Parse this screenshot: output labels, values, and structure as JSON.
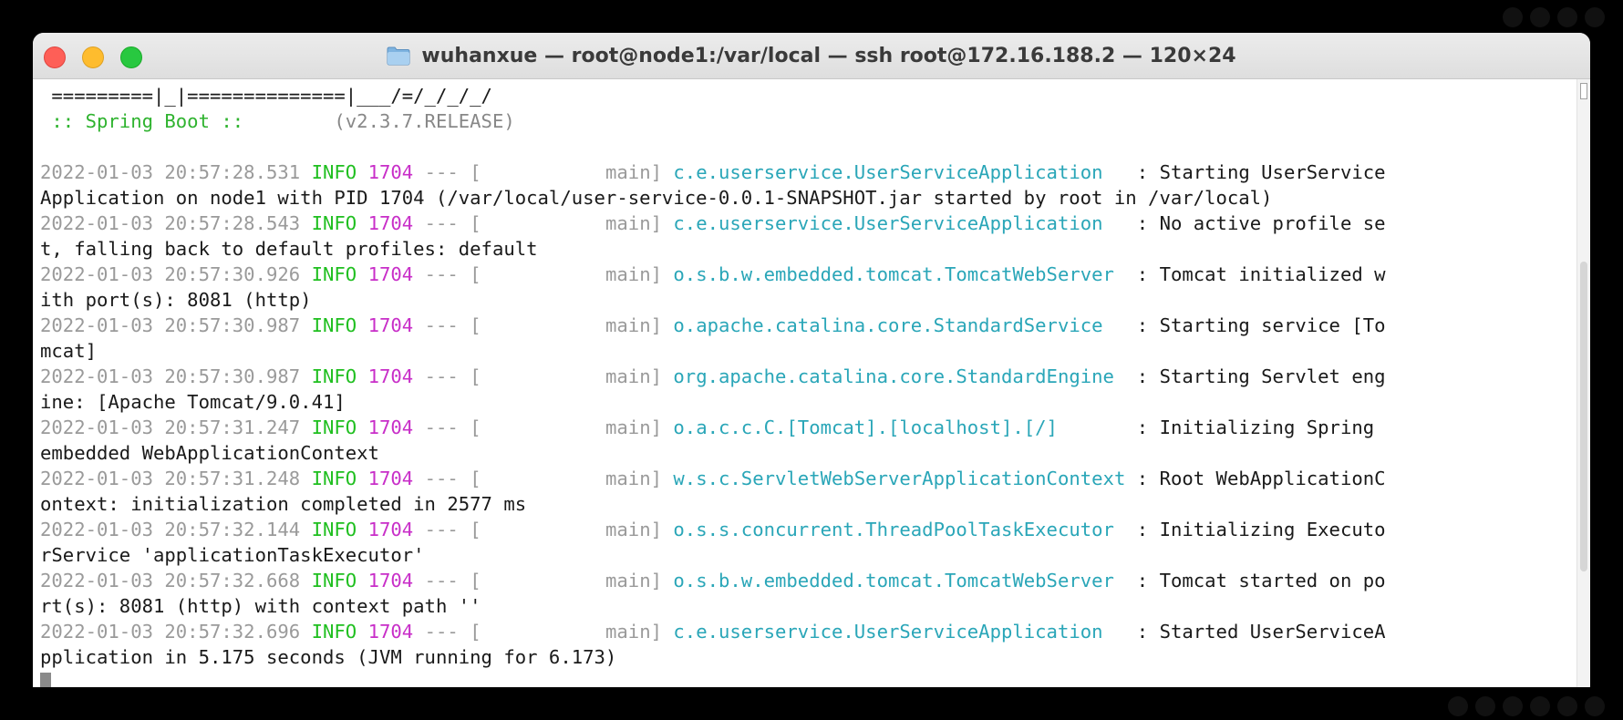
{
  "window": {
    "title": "wuhanxue — root@node1:/var/local — ssh root@172.16.188.2 — 120×24",
    "title_icon": "folder-icon"
  },
  "terminal": {
    "banner_line": " =========|_|==============|___/=/_/_/_/",
    "spring_label": " :: Spring Boot :: ",
    "spring_version": "       (v2.3.7.RELEASE)",
    "log_entries": [
      {
        "timestamp": "2022-01-03 20:57:28.531",
        "level": "INFO",
        "pid": "1704",
        "sep": "--- [",
        "thread": "           main]",
        "logger": "c.e.userservice.UserServiceApplication",
        "logger_pad": "   ",
        "message": ": Starting UserService",
        "continuation": "Application on node1 with PID 1704 (/var/local/user-service-0.0.1-SNAPSHOT.jar started by root in /var/local)"
      },
      {
        "timestamp": "2022-01-03 20:57:28.543",
        "level": "INFO",
        "pid": "1704",
        "sep": "--- [",
        "thread": "           main]",
        "logger": "c.e.userservice.UserServiceApplication",
        "logger_pad": "   ",
        "message": ": No active profile se",
        "continuation": "t, falling back to default profiles: default"
      },
      {
        "timestamp": "2022-01-03 20:57:30.926",
        "level": "INFO",
        "pid": "1704",
        "sep": "--- [",
        "thread": "           main]",
        "logger": "o.s.b.w.embedded.tomcat.TomcatWebServer",
        "logger_pad": "  ",
        "message": ": Tomcat initialized w",
        "continuation": "ith port(s): 8081 (http)"
      },
      {
        "timestamp": "2022-01-03 20:57:30.987",
        "level": "INFO",
        "pid": "1704",
        "sep": "--- [",
        "thread": "           main]",
        "logger": "o.apache.catalina.core.StandardService",
        "logger_pad": "   ",
        "message": ": Starting service [To",
        "continuation": "mcat]"
      },
      {
        "timestamp": "2022-01-03 20:57:30.987",
        "level": "INFO",
        "pid": "1704",
        "sep": "--- [",
        "thread": "           main]",
        "logger": "org.apache.catalina.core.StandardEngine",
        "logger_pad": "  ",
        "message": ": Starting Servlet eng",
        "continuation": "ine: [Apache Tomcat/9.0.41]"
      },
      {
        "timestamp": "2022-01-03 20:57:31.247",
        "level": "INFO",
        "pid": "1704",
        "sep": "--- [",
        "thread": "           main]",
        "logger": "o.a.c.c.C.[Tomcat].[localhost].[/]",
        "logger_pad": "       ",
        "message": ": Initializing Spring",
        "continuation": "embedded WebApplicationContext"
      },
      {
        "timestamp": "2022-01-03 20:57:31.248",
        "level": "INFO",
        "pid": "1704",
        "sep": "--- [",
        "thread": "           main]",
        "logger": "w.s.c.ServletWebServerApplicationContext",
        "logger_pad": " ",
        "message": ": Root WebApplicationC",
        "continuation": "ontext: initialization completed in 2577 ms"
      },
      {
        "timestamp": "2022-01-03 20:57:32.144",
        "level": "INFO",
        "pid": "1704",
        "sep": "--- [",
        "thread": "           main]",
        "logger": "o.s.s.concurrent.ThreadPoolTaskExecutor",
        "logger_pad": "  ",
        "message": ": Initializing Executo",
        "continuation": "rService 'applicationTaskExecutor'"
      },
      {
        "timestamp": "2022-01-03 20:57:32.668",
        "level": "INFO",
        "pid": "1704",
        "sep": "--- [",
        "thread": "           main]",
        "logger": "o.s.b.w.embedded.tomcat.TomcatWebServer",
        "logger_pad": "  ",
        "message": ": Tomcat started on po",
        "continuation": "rt(s): 8081 (http) with context path ''"
      },
      {
        "timestamp": "2022-01-03 20:57:32.696",
        "level": "INFO",
        "pid": "1704",
        "sep": "--- [",
        "thread": "           main]",
        "logger": "c.e.userservice.UserServiceApplication",
        "logger_pad": "   ",
        "message": ": Started UserServiceA",
        "continuation": "pplication in 5.175 seconds (JVM running for 6.173)"
      }
    ]
  },
  "colors": {
    "timestamp": "#9a9a9a",
    "level": "#1fbf1f",
    "pid": "#c82ec8",
    "logger": "#2aa6b8",
    "spring_boot": "#2fb32f",
    "close": "#fe5f57",
    "minimize": "#febc2e",
    "maximize": "#28c840"
  }
}
